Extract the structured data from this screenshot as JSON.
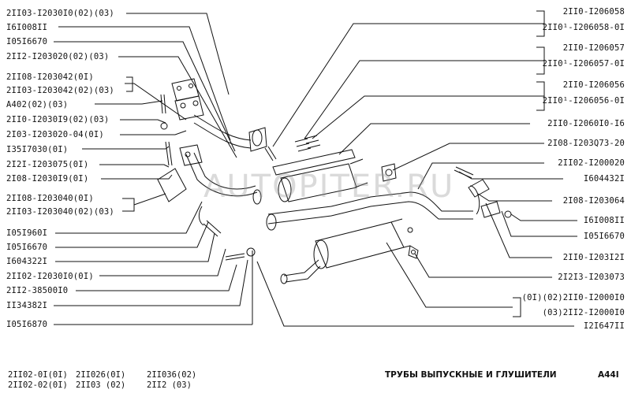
{
  "left_labels": [
    "2II03-I2030I0(02)(03)",
    "I6I008II",
    "I05I6670",
    "2II2-I203020(02)(03)",
    "2II08-I203042(0I)",
    "2II03-I203042(02)(03)",
    "A402(02)(03)",
    "2II0-I2030I9(02)(03)",
    "2I03-I203020-04(0I)",
    "I35I7030(0I)",
    "2I2I-I203075(0I)",
    "2I08-I2030I9(0I)",
    "2II08-I203040(0I)",
    "2II03-I203040(02)(03)",
    "I05I960I",
    "I05I6670",
    "I604322I",
    "2II02-I2030I0(0I)",
    "2II2-38500I0",
    "II34382I",
    "I05I6870"
  ],
  "right_labels": [
    "2II0-I206058",
    "2II0¹-I206058-0I",
    "2II0-I206057",
    "2II0¹-I206057-0I",
    "2II0-I206056",
    "2II0¹-I206056-0I",
    "2II0-I2060I0-I6",
    "2I08-I203Q73-20",
    "2II02-I200020",
    "I604432I",
    "2I08-I203064",
    "I6I008II",
    "I05I6670",
    "2II0-I203I2I",
    "2I2I3-I203073",
    "(0I)(02)2II0-I2000I0",
    "(03)2II2-I2000I0",
    "I2I647II"
  ],
  "bottom": {
    "models_col1": [
      "2II02-0I(0I)",
      "2II02-02(0I)"
    ],
    "models_col2": [
      "2II026(0I)",
      "2II03 (02)"
    ],
    "models_col3": [
      "2II036(02)",
      "2II2   (03)"
    ],
    "title": "ТРУБЫ ВЫПУСКНЫЕ И ГЛУШИТЕЛИ",
    "sheet": "A44I"
  },
  "watermark": "AUTOPITER.RU"
}
